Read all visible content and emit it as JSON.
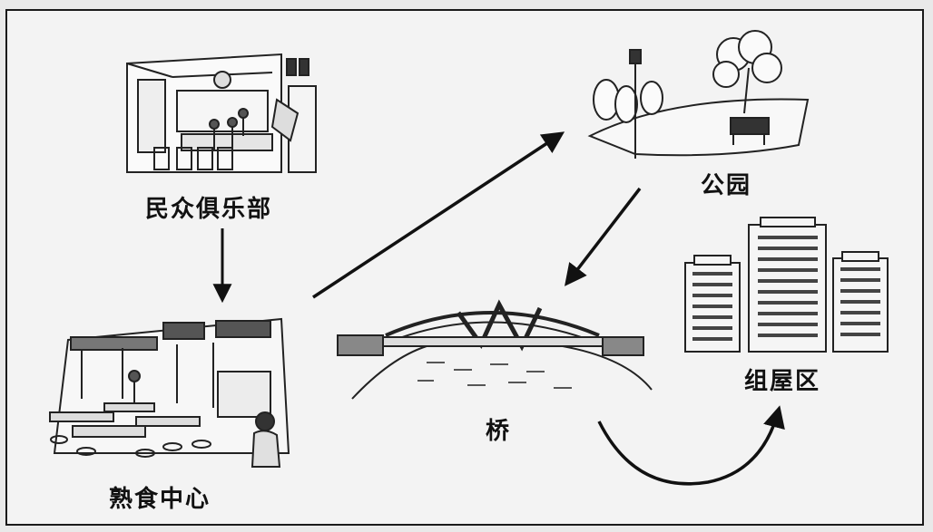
{
  "places": {
    "club": "民众俱乐部",
    "hawker_centre": "熟食中心",
    "park": "公园",
    "bridge": "桥",
    "housing_estate": "组屋区"
  },
  "route": [
    {
      "from": "民众俱乐部",
      "to": "熟食中心"
    },
    {
      "from": "熟食中心",
      "to": "公园"
    },
    {
      "from": "公园",
      "to": "桥"
    },
    {
      "from": "桥",
      "to": "组屋区"
    }
  ]
}
